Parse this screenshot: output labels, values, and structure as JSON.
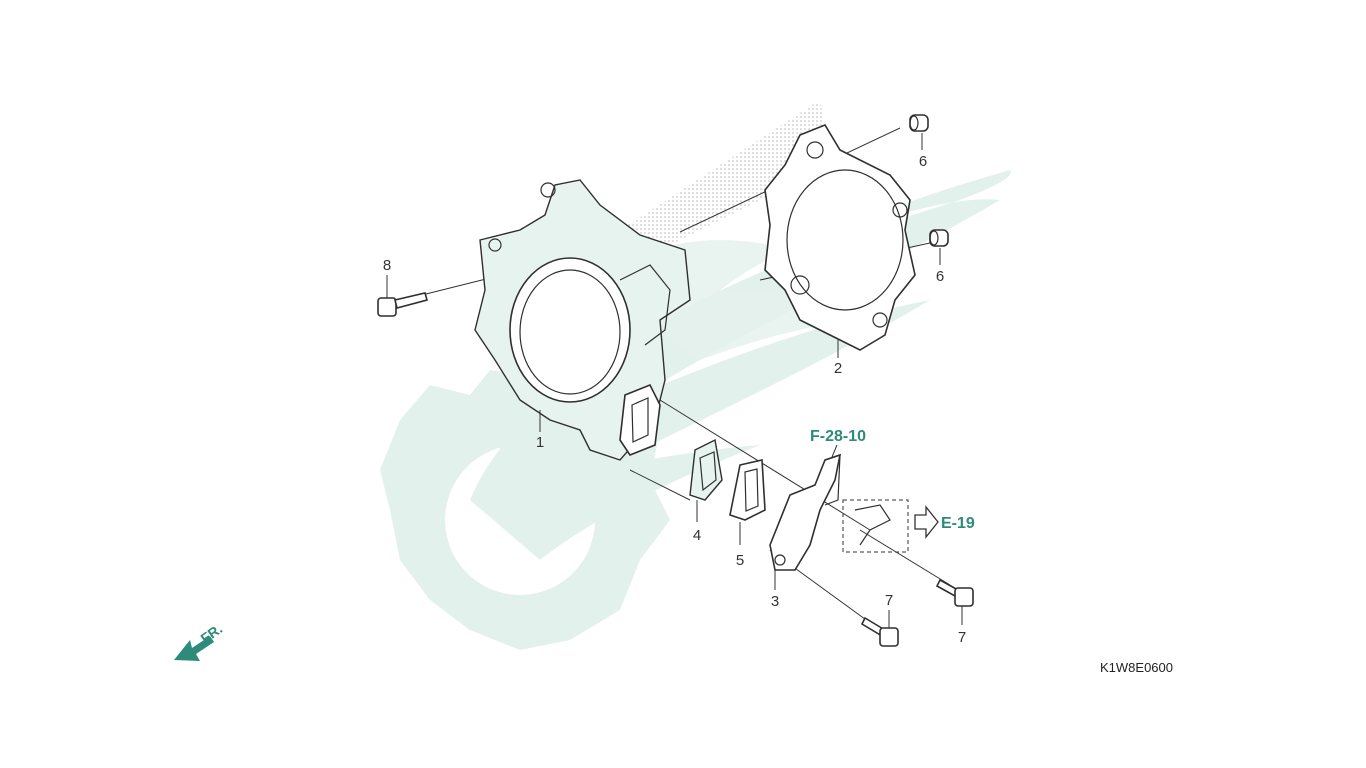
{
  "diagram": {
    "part_callouts": [
      {
        "id": "1",
        "label": "1"
      },
      {
        "id": "2",
        "label": "2"
      },
      {
        "id": "3",
        "label": "3"
      },
      {
        "id": "4",
        "label": "4"
      },
      {
        "id": "5",
        "label": "5"
      },
      {
        "id": "6a",
        "label": "6"
      },
      {
        "id": "6b",
        "label": "6"
      },
      {
        "id": "7a",
        "label": "7"
      },
      {
        "id": "7b",
        "label": "7"
      },
      {
        "id": "8",
        "label": "8"
      }
    ],
    "references": {
      "f_ref": "F-28-10",
      "e_ref": "E-19"
    },
    "direction_label": "FR.",
    "diagram_code": "K1W8E0600",
    "colors": {
      "accent": "#2e8b7a",
      "watermark": "#e3f1ec",
      "line": "#2f2f2f"
    },
    "icons": {
      "direction": "arrow-down-left-icon",
      "reference": "arrow-right-outline-icon",
      "watermark": "wing-gear-watermark-icon"
    }
  }
}
